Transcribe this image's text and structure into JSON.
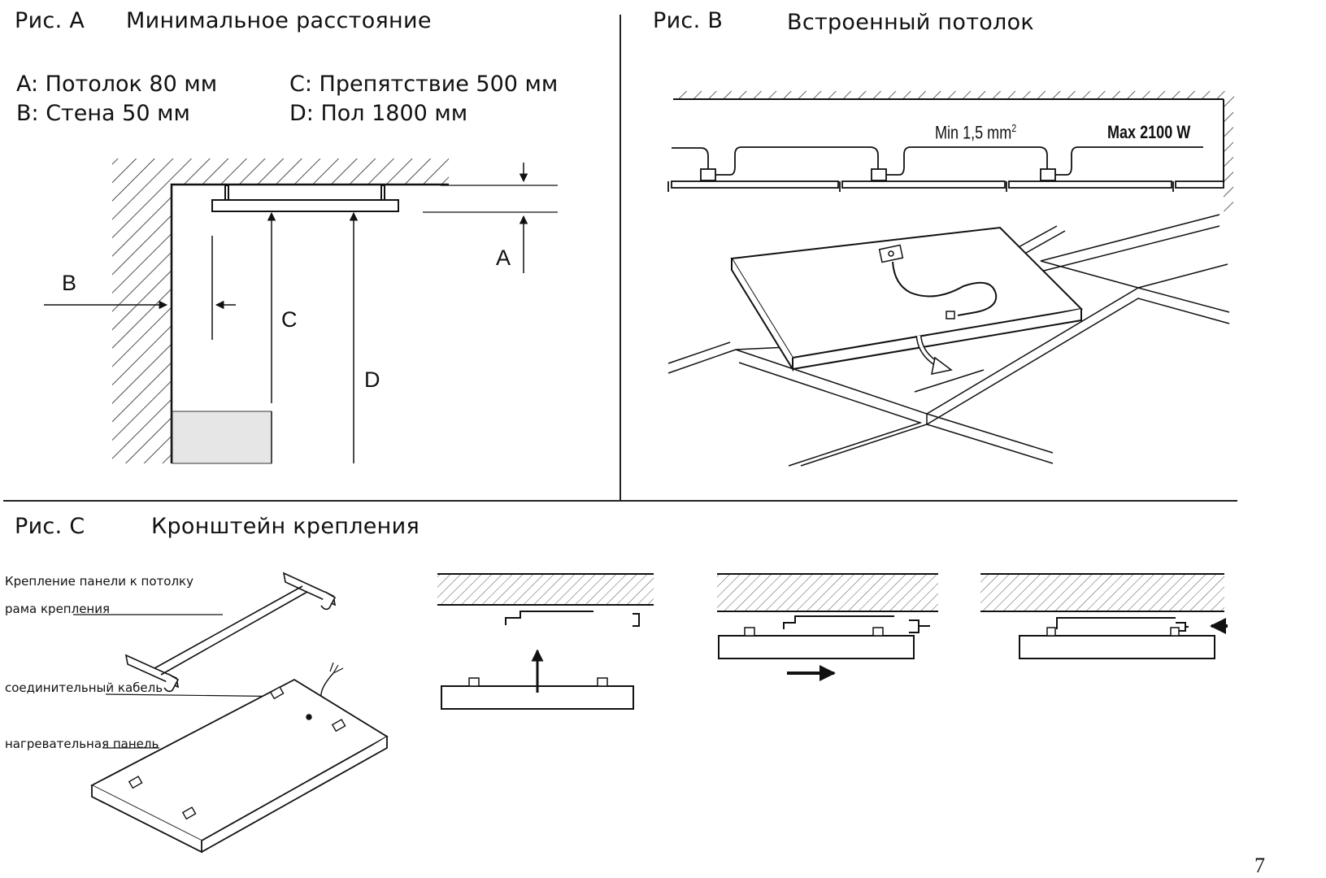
{
  "fig_a": {
    "label": "Рис. A",
    "title": "Минимальное расстояние",
    "spec_a": "A: Потолок 80 мм",
    "spec_b": "B: Стена 50 мм",
    "spec_c": "C: Препятствие 500 мм",
    "spec_d": "D: Пол 1800 мм",
    "dim_a": "A",
    "dim_b": "B",
    "dim_c": "C",
    "dim_d": "D"
  },
  "fig_b": {
    "label": "Рис. B",
    "title": "Встроенный потолок",
    "cable_label": "Min  1,5 mm",
    "cable_sup": "2",
    "power_label": "Max 2100 W"
  },
  "fig_c": {
    "label": "Рис. C",
    "title": "Кронштейн крепления",
    "callout_1": "Крепление панели к потолку",
    "callout_2": "рама крепления",
    "callout_3": "соединительный кабель",
    "callout_4": "нагревательная панель"
  },
  "page_number": "7"
}
